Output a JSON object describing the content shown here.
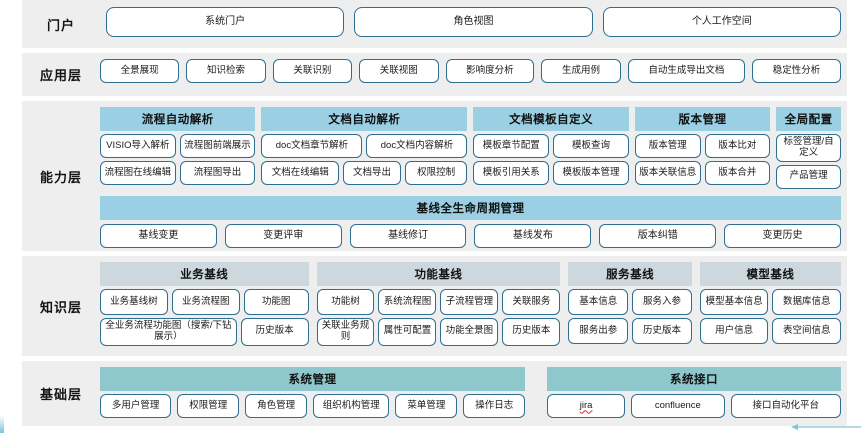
{
  "layers": [
    {
      "id": "portal",
      "label": "门户",
      "buttons": [
        "系统门户",
        "角色视图",
        "个人工作空间"
      ]
    },
    {
      "id": "application",
      "label": "应用层",
      "buttons": [
        "全景展现",
        "知识检索",
        "关联识别",
        "关联视图",
        "影响度分析",
        "生成用例",
        "自动生成导出文档",
        "稳定性分析"
      ]
    },
    {
      "id": "capability",
      "label": "能力层",
      "groups": [
        {
          "title": "流程自动解析",
          "flex": 1.32,
          "rows": [
            [
              {
                "label": "VISIO导入解析",
                "flex": 1
              },
              {
                "label": "流程图前端展示",
                "flex": 1
              }
            ],
            [
              {
                "label": "流程图在线编辑",
                "flex": 1
              },
              {
                "label": "流程图导出",
                "flex": 1
              }
            ]
          ]
        },
        {
          "title": "文档自动解析",
          "flex": 1.75,
          "rows": [
            [
              {
                "label": "doc文档章节解析",
                "flex": 1
              },
              {
                "label": "doc文档内容解析",
                "flex": 1
              }
            ],
            [
              {
                "label": "文档在线编辑",
                "flex": 1.15
              },
              {
                "label": "文档导出",
                "flex": 0.82
              },
              {
                "label": "权限控制",
                "flex": 0.9
              }
            ]
          ]
        },
        {
          "title": "文档模板自定义",
          "flex": 1.32,
          "rows": [
            [
              {
                "label": "模板章节配置",
                "flex": 1
              },
              {
                "label": "模板查询",
                "flex": 1
              }
            ],
            [
              {
                "label": "模板引用关系",
                "flex": 1
              },
              {
                "label": "模板版本管理",
                "flex": 1
              }
            ]
          ]
        },
        {
          "title": "版本管理",
          "flex": 1.15,
          "rows": [
            [
              {
                "label": "版本管理",
                "flex": 1
              },
              {
                "label": "版本比对",
                "flex": 1
              }
            ],
            [
              {
                "label": "版本关联信息",
                "flex": 1
              },
              {
                "label": "版本合并",
                "flex": 1
              }
            ]
          ]
        },
        {
          "title": "全局配置",
          "flex": 0.55,
          "rows": [
            [
              {
                "label": "标签管理/自定义",
                "flex": 1
              }
            ],
            [
              {
                "label": "产品管理",
                "flex": 1
              }
            ]
          ]
        }
      ],
      "lifecycle": {
        "title": "基线全生命周期管理",
        "buttons": [
          "基线变更",
          "变更评审",
          "基线修订",
          "基线发布",
          "版本纠错",
          "变更历史"
        ]
      }
    },
    {
      "id": "knowledge",
      "label": "知识层",
      "groups": [
        {
          "title": "业务基线",
          "flex": 1.3,
          "rows": [
            [
              {
                "label": "业务基线树",
                "flex": 1
              },
              {
                "label": "业务流程图",
                "flex": 1
              },
              {
                "label": "功能图",
                "flex": 0.95
              }
            ],
            [
              {
                "label": "全业务流程功能图（搜索/下钻展示）",
                "flex": 2.05
              },
              {
                "label": "历史版本",
                "flex": 0.95
              }
            ]
          ]
        },
        {
          "title": "功能基线",
          "flex": 1.52,
          "rows": [
            [
              {
                "label": "功能树",
                "flex": 1
              },
              {
                "label": "系统流程图",
                "flex": 1
              },
              {
                "label": "子流程管理",
                "flex": 1
              },
              {
                "label": "关联服务",
                "flex": 1
              }
            ],
            [
              {
                "label": "关联业务规则",
                "flex": 1
              },
              {
                "label": "属性可配置",
                "flex": 1
              },
              {
                "label": "功能全景图",
                "flex": 1
              },
              {
                "label": "历史版本",
                "flex": 1
              }
            ]
          ]
        },
        {
          "title": "服务基线",
          "flex": 0.77,
          "rows": [
            [
              {
                "label": "基本信息",
                "flex": 1
              },
              {
                "label": "服务入参",
                "flex": 1
              }
            ],
            [
              {
                "label": "服务出参",
                "flex": 1
              },
              {
                "label": "历史版本",
                "flex": 1
              }
            ]
          ]
        },
        {
          "title": "模型基线",
          "flex": 0.88,
          "rows": [
            [
              {
                "label": "模型基本信息",
                "flex": 1
              },
              {
                "label": "数据库信息",
                "flex": 1
              }
            ],
            [
              {
                "label": "用户信息",
                "flex": 1
              },
              {
                "label": "表空间信息",
                "flex": 1
              }
            ]
          ]
        }
      ]
    },
    {
      "id": "foundation",
      "label": "基础层",
      "groups": [
        {
          "title": "系统管理",
          "flex": 1.62,
          "rows": [
            [
              {
                "label": "多用户管理",
                "flex": 1
              },
              {
                "label": "权限管理",
                "flex": 0.85
              },
              {
                "label": "角色管理",
                "flex": 0.85
              },
              {
                "label": "组织机构管理",
                "flex": 1.08
              },
              {
                "label": "菜单管理",
                "flex": 0.85
              },
              {
                "label": "操作日志",
                "flex": 0.85
              }
            ]
          ]
        },
        {
          "title": "系统接口",
          "flex": 1.12,
          "rows": [
            [
              {
                "label": "jira",
                "flex": 0.82,
                "spell": true
              },
              {
                "label": "confluence",
                "flex": 1
              },
              {
                "label": "接口自动化平台",
                "flex": 1.2
              }
            ]
          ]
        }
      ]
    }
  ],
  "colors": {
    "row_background": "#eeeeee",
    "button_border": "#2e6e8e",
    "capability_header": "#9bcfe4",
    "knowledge_header": "#ccd8dd",
    "foundation_header": "#8fc8cc",
    "page_background": "#ffffff",
    "accent_line": "#7fc4d8"
  }
}
